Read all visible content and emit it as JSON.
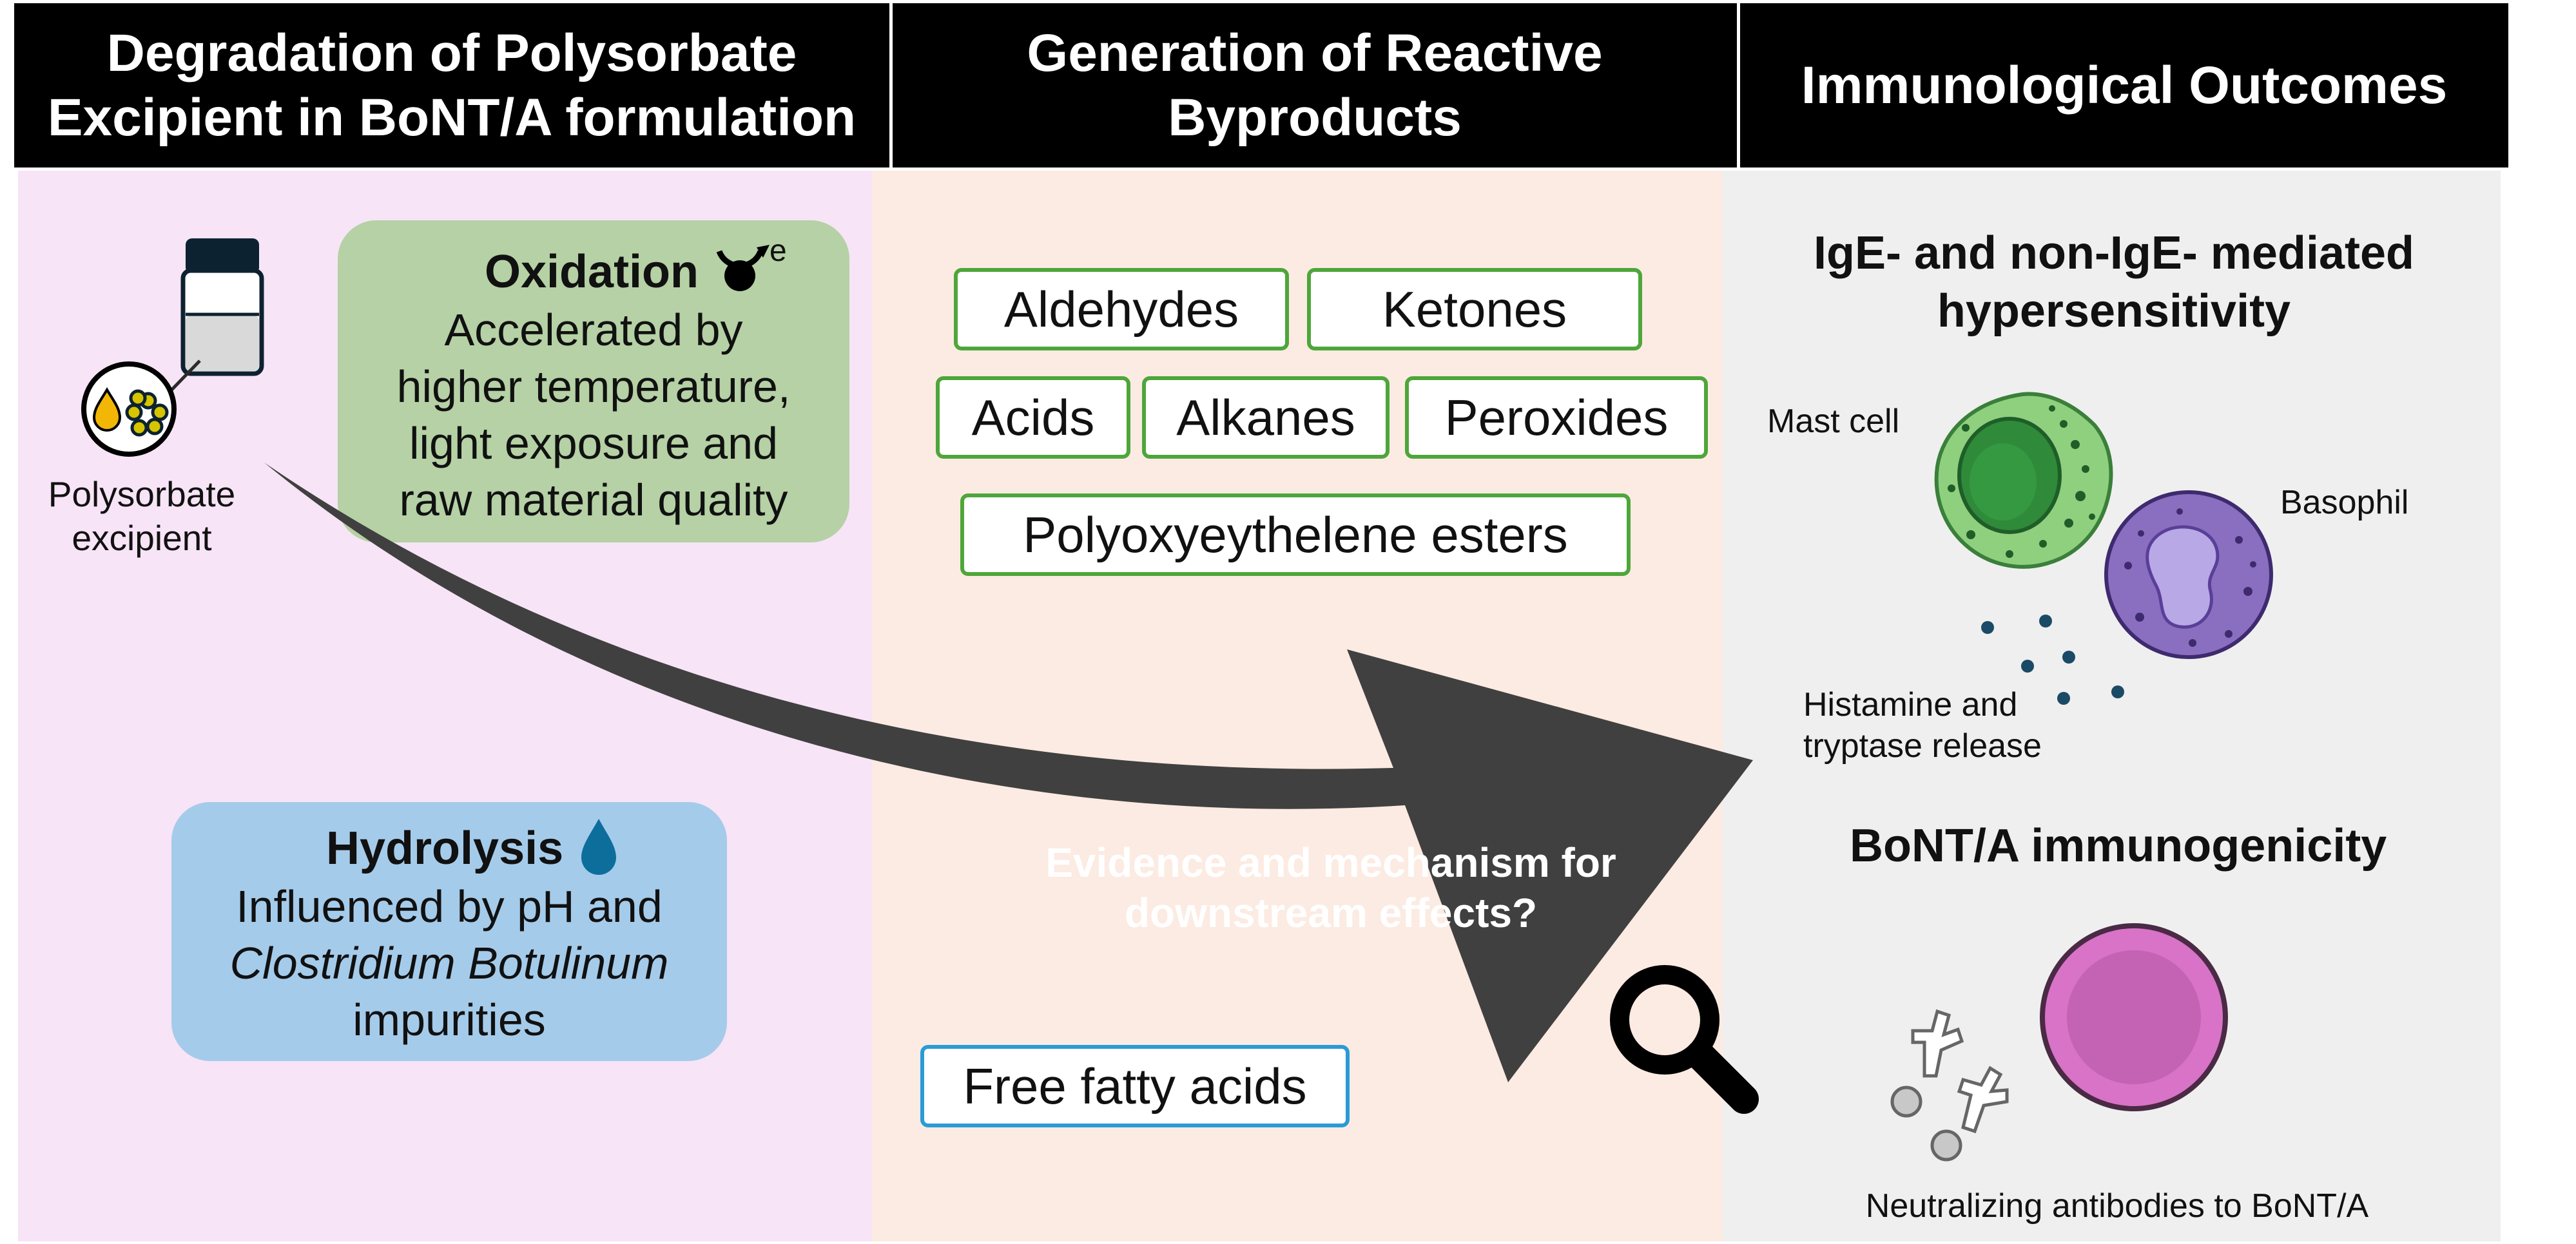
{
  "headers": {
    "degradation": "Degradation of Polysorbate\nExcipient in BoNT/A formulation",
    "generation": "Generation of Reactive\nByproducts",
    "outcomes": "Immunological Outcomes"
  },
  "left_panel": {
    "excipient_label": "Polysorbate\nexcipient",
    "oxidation": {
      "title": "Oxidation",
      "electron_symbol": "e",
      "body": "Accelerated by\nhigher temperature,\nlight exposure and\nraw material quality"
    },
    "hydrolysis": {
      "title": "Hydrolysis",
      "body_line1": "Influenced by pH and",
      "body_italic": "Clostridium Botulinum",
      "body_line3": "impurities"
    }
  },
  "middle_panel": {
    "oxidation_products": [
      "Aldehydes",
      "Ketones",
      "Acids",
      "Alkanes",
      "Peroxides",
      "Polyoxyeythelene esters"
    ],
    "hydrolysis_product": "Free fatty acids",
    "arrow_text": "Evidence and mechanism for\ndownstream effects?"
  },
  "right_panel": {
    "hypersensitivity_title": "IgE- and non-IgE- mediated\nhypersensitivity",
    "mast_cell_label": "Mast cell",
    "basophil_label": "Basophil",
    "release_label": "Histamine and\ntryptase release",
    "immunogenicity_title": "BoNT/A immunogenicity",
    "antibodies_label": "Neutralizing antibodies to BoNT/A"
  },
  "colors": {
    "header_bg": "#000000",
    "left_panel_bg": "#f7e4f6",
    "middle_panel_bg": "#fcebe2",
    "right_panel_bg": "#efefef",
    "oxidation_box": "#b5d1a5",
    "hydrolysis_box": "#a5cbea",
    "product_border_green": "#4ea63a",
    "product_border_blue": "#2a9bd6",
    "arrow": "#404040",
    "mast_cell": "#2f9a40",
    "basophil": "#8a6fc0",
    "b_cell": "#d873c7"
  }
}
